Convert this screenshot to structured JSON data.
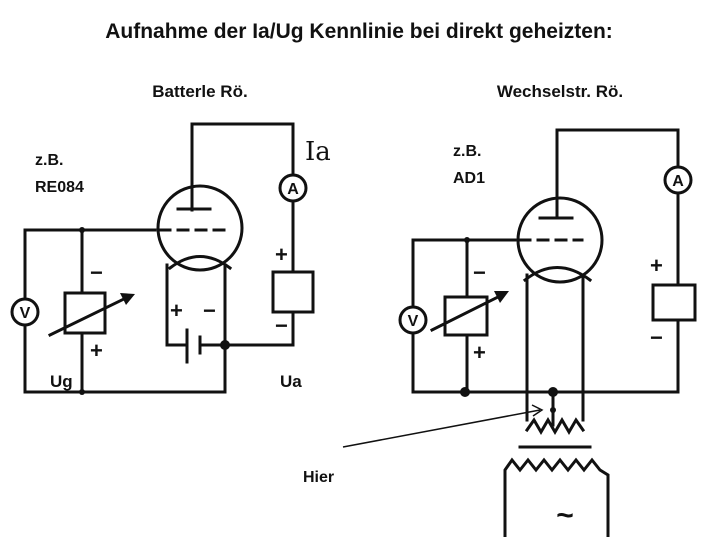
{
  "title": "Aufnahme der Ia/Ug Kennlinie bei direkt geheizten:",
  "left": {
    "heading": "Batterle Rö.",
    "example_prefix": "z.B.",
    "example_tube": "RE084",
    "ammeter": "A",
    "voltmeter": "V",
    "current_label": "Ia",
    "grid_voltage_label": "Ug",
    "anode_voltage_label": "Ua",
    "plus": "+",
    "minus": "−"
  },
  "right": {
    "heading": "Wechselstr. Rö.",
    "example_prefix": "z.B.",
    "example_tube": "AD1",
    "ammeter": "A",
    "voltmeter": "V",
    "plus": "+",
    "minus": "−",
    "pointer_label": "Hier",
    "ac_symbol": "~"
  }
}
